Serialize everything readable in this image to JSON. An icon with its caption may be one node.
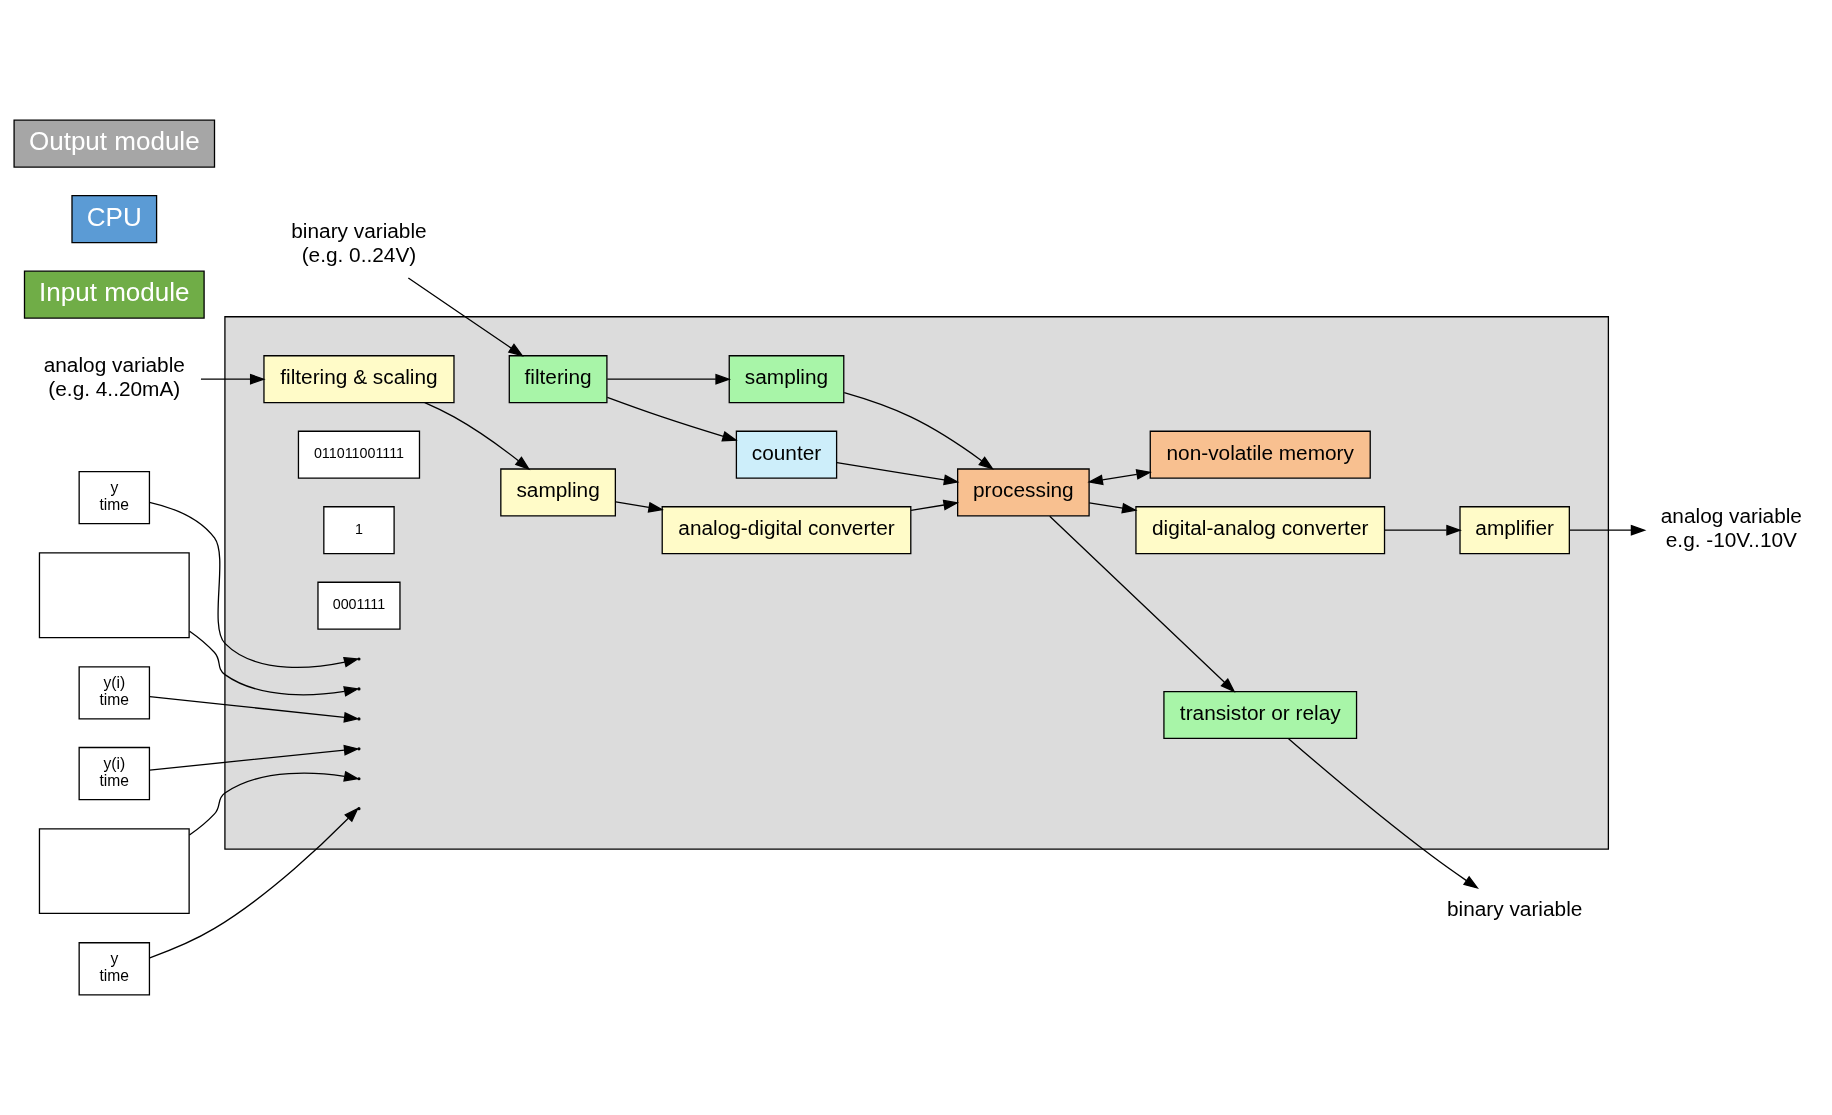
{
  "diagram": {
    "nodes": [
      {
        "text": [],
        "shape": "box"
      },
      {
        "text": [
          "analog variable",
          "(e.g. 4..20mA)"
        ]
      },
      {
        "text": [
          "filtering & scaling"
        ],
        "in": 0
      },
      {
        "text": [
          "sampling"
        ],
        "in": 0
      },
      {
        "text": [
          "analog-digital converter"
        ],
        "in": 0
      },
      {
        "text": [
          "011011001111"
        ],
        "in": 0
      },
      {
        "text": [
          "digital-analog converter"
        ],
        "in": 0
      },
      {
        "text": [
          "amplifier"
        ],
        "in": 0
      },
      {
        "text": [
          "analog variable",
          "e.g. -10V..10V"
        ]
      },
      {
        "text": [
          "binary variable",
          "(e.g. 0..24V)"
        ]
      },
      {
        "text": [
          "filtering"
        ],
        "in": 0
      },
      {
        "text": [
          "1"
        ],
        "in": 0
      },
      {
        "text": [
          "sampling"
        ],
        "in": 0
      },
      {
        "text": [
          "processing"
        ],
        "in": 0
      },
      {
        "text": [
          "transistor or relay"
        ],
        "in": 0
      },
      {
        "text": [
          "binary variable"
        ]
      },
      {
        "text": [
          "0001111"
        ],
        "in": 0
      },
      {
        "text": [
          "counter"
        ],
        "in": 0
      },
      {
        "text": [
          "non-volatile memory"
        ],
        "in": 0
      },
      {
        "text": [
          "y",
          "time"
        ]
      },
      {
        "text": [],
        "shape": "chart"
      },
      {
        "text": [
          "y(i)",
          "time"
        ]
      },
      {
        "text": [
          "y(i)",
          "time"
        ]
      },
      {
        "text": [],
        "shape": "chart"
      },
      {
        "text": [
          "y",
          "time"
        ]
      },
      {
        "text": [
          "Input module"
        ]
      },
      {
        "text": [
          "CPU"
        ]
      },
      {
        "text": [
          "Output module"
        ]
      }
    ],
    "edges": [
      {
        "from": 1,
        "to": 2,
        "arrow": "to"
      },
      {
        "from": 2,
        "to": 3,
        "arrow": "to"
      },
      {
        "from": 3,
        "to": 4,
        "arrow": "to"
      },
      {
        "from": 4,
        "to": 13,
        "arrow": "to"
      },
      {
        "from": 13,
        "to": 6,
        "arrow": "to"
      },
      {
        "from": 6,
        "to": 7,
        "arrow": "to"
      },
      {
        "from": 7,
        "to": 8,
        "arrow": "to"
      },
      {
        "from": 9,
        "to": 10,
        "arrow": "to"
      },
      {
        "from": 10,
        "to": 12,
        "arrow": "to"
      },
      {
        "from": 10,
        "to": 17,
        "arrow": "to"
      },
      {
        "from": 12,
        "to": 13,
        "arrow": "to"
      },
      {
        "from": 17,
        "to": 13,
        "arrow": "to"
      },
      {
        "from": 13,
        "to": 14,
        "arrow": "to"
      },
      {
        "from": 14,
        "to": 15,
        "arrow": "to"
      },
      {
        "from": 13,
        "to": 18,
        "arrow": "both"
      },
      {
        "from": 19,
        "to": null,
        "arrow": "to"
      },
      {
        "from": 20,
        "to": null,
        "arrow": "to"
      },
      {
        "from": 21,
        "to": null,
        "arrow": "to"
      },
      {
        "from": 22,
        "to": null,
        "arrow": "to"
      },
      {
        "from": 23,
        "to": null,
        "arrow": "to"
      },
      {
        "from": 24,
        "to": null,
        "arrow": "to"
      }
    ]
  }
}
